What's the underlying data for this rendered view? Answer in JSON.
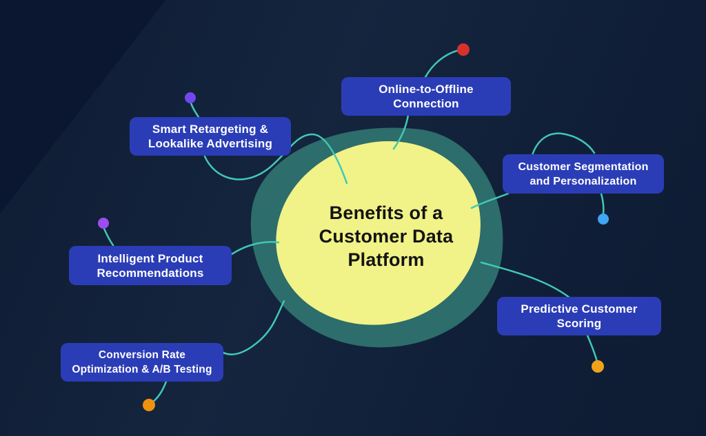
{
  "diagram": {
    "title": {
      "line1": "Benefits of a",
      "line2": "Customer Data",
      "line3": "Platform"
    },
    "nodes": {
      "online": {
        "line1": "Online-to-Offline",
        "line2": "Connection",
        "dot_color": "#d7312c"
      },
      "smart": {
        "line1": "Smart Retargeting &",
        "line2": "Lookalike Advertising",
        "dot_color": "#7347ee"
      },
      "segmentation": {
        "line1": "Customer Segmentation",
        "line2": "and Personalization",
        "dot_color": "#41a4f4"
      },
      "intelligent": {
        "line1": "Intelligent Product",
        "line2": "Recommendations",
        "dot_color": "#9d4cf0"
      },
      "conversion": {
        "line1": "Conversion Rate",
        "line2": "Optimization & A/B Testing",
        "dot_color": "#ef930f"
      },
      "predictive": {
        "line1": "Predictive Customer",
        "line2": "Scoring",
        "dot_color": "#f0a31a"
      }
    },
    "colors": {
      "background": "#0f1e36",
      "background_dark": "#0b1730",
      "node_fill": "#2b3db6",
      "node_text": "#ffffff",
      "connector": "#41c9b6",
      "blob_teal": "#2d6d6b",
      "blob_yellow": "#f1f287",
      "title_text": "#131313"
    }
  }
}
